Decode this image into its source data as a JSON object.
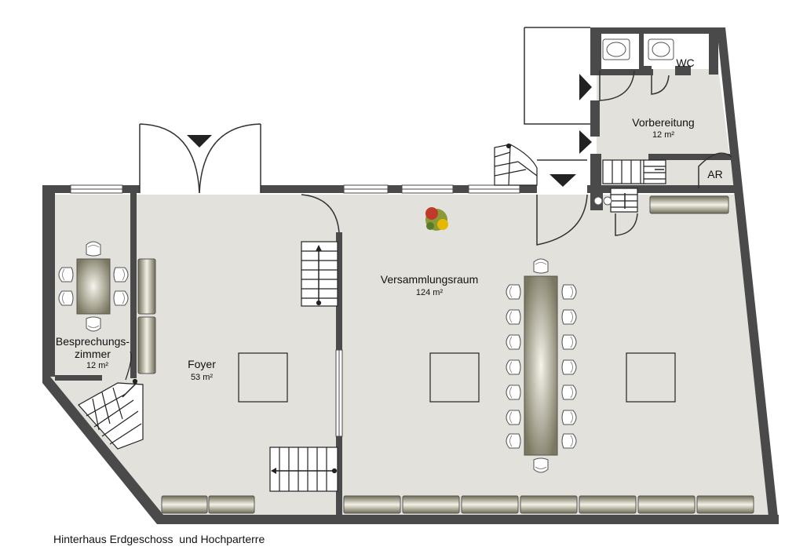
{
  "caption": "Hinterhaus Erdgeschoss  und Hochparterre",
  "rooms": {
    "versammlungsraum": {
      "name": "Versammlungsraum",
      "area": "124 m²"
    },
    "foyer": {
      "name": "Foyer",
      "area": "53 m²"
    },
    "besprechung": {
      "name_line1": "Besprechungs-",
      "name_line2": "zimmer",
      "area": "12 m²"
    },
    "vorbereitung": {
      "name": "Vorbereitung",
      "area": "12 m²"
    },
    "wc": {
      "name": "WC"
    },
    "ar": {
      "name": "AR"
    }
  },
  "colors": {
    "floor": "#e3e1dc",
    "wall": "#4a4a4a",
    "furniture_dark": "#7a7860",
    "furniture_light": "#f4f2ea"
  }
}
